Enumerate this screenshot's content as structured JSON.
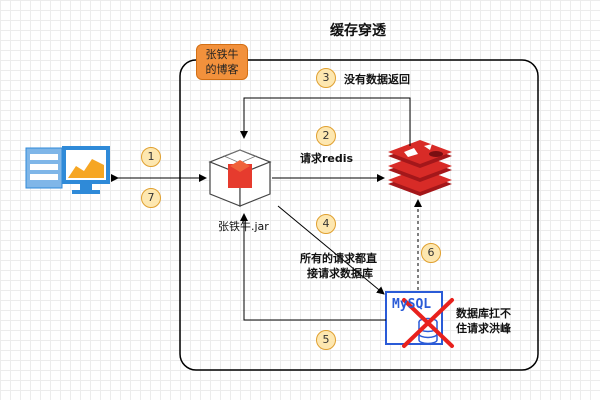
{
  "title": "缓存穿透",
  "author_tag": {
    "line1": "张铁牛",
    "line2": "的博客"
  },
  "nodes": {
    "app_label": "张铁牛.jar",
    "mysql_label": "MySQL"
  },
  "steps": [
    {
      "num": "1"
    },
    {
      "num": "2",
      "label": "请求redis"
    },
    {
      "num": "3",
      "label": "没有数据返回"
    },
    {
      "num": "4",
      "label_line1": "所有的请求都直",
      "label_line2": "接请求数据库"
    },
    {
      "num": "5"
    },
    {
      "num": "6"
    },
    {
      "num": "7"
    }
  ],
  "mysql_note": {
    "line1": "数据库扛不",
    "line2": "住请求洪峰"
  },
  "colors": {
    "accent": "#f2913c",
    "redis": "#d82b27",
    "app": "#e63b2e",
    "mysql": "#2a5bd7",
    "client": "#2f8ad8",
    "badge": "#fde7b0"
  }
}
